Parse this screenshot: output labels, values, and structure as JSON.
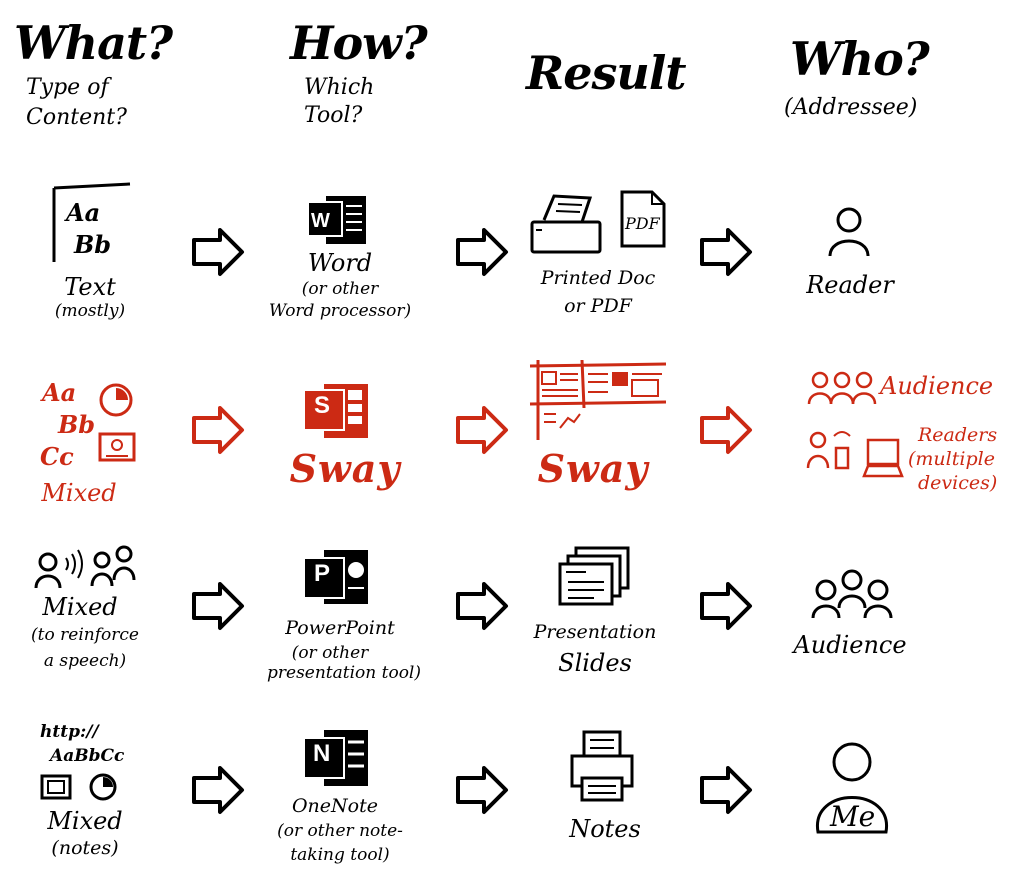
{
  "colors": {
    "ink": "#000000",
    "highlight": "#cc2a14",
    "background": "#ffffff"
  },
  "headers": {
    "what": {
      "title": "What?",
      "sub_line1": "Type of",
      "sub_line2": "Content?"
    },
    "how": {
      "title": "How?",
      "sub_line1": "Which",
      "sub_line2": "Tool?"
    },
    "result": {
      "title": "Result"
    },
    "who": {
      "title": "Who?",
      "sub": "(Addressee)"
    }
  },
  "rows": [
    {
      "content": {
        "icon_text_1": "Aa",
        "icon_text_2": "Bb",
        "label": "Text",
        "sub": "(mostly)"
      },
      "tool": {
        "icon": "word-icon",
        "icon_letter": "W",
        "label": "Word",
        "sub_line1": "(or other",
        "sub_line2": "Word processor)"
      },
      "result": {
        "icons": [
          "printer-icon",
          "pdf-icon"
        ],
        "pdf_text": "PDF",
        "label_line1": "Printed Doc",
        "label_line2": "or PDF"
      },
      "addressee": {
        "icon": "person-icon",
        "label": "Reader"
      }
    },
    {
      "highlighted": true,
      "content": {
        "line1": "Aa",
        "line2": "Bb",
        "line3": "Cc",
        "label": "Mixed",
        "icons": [
          "clock-icon",
          "image-icon"
        ]
      },
      "tool": {
        "icon": "sway-icon",
        "icon_letter": "S",
        "label": "Sway"
      },
      "result": {
        "icon": "sway-layout-icon",
        "label": "Sway"
      },
      "addressee": {
        "label1": "Audience",
        "label2_line1": "Readers",
        "label2_line2": "(multiple",
        "label2_line3": "devices)",
        "icons": [
          "group-icon",
          "phone-icon",
          "laptop-icon"
        ]
      }
    },
    {
      "content": {
        "icon": "speaker-audience-icon",
        "label": "Mixed",
        "sub_line1": "(to reinforce",
        "sub_line2": "a speech)"
      },
      "tool": {
        "icon": "powerpoint-icon",
        "icon_letter": "P",
        "label": "PowerPoint",
        "sub_line1": "(or other",
        "sub_line2": "presentation tool)"
      },
      "result": {
        "icon": "slides-icon",
        "label_line1": "Presentation",
        "label_line2": "Slides"
      },
      "addressee": {
        "icon": "group-icon",
        "label": "Audience"
      }
    },
    {
      "content": {
        "line1": "http://",
        "line2": "AaBbCc",
        "label": "Mixed",
        "sub": "(notes)",
        "icons": [
          "image-icon",
          "clock-icon"
        ]
      },
      "tool": {
        "icon": "onenote-icon",
        "icon_letter": "N",
        "label": "OneNote",
        "sub_line1": "(or other note-",
        "sub_line2": "taking tool)"
      },
      "result": {
        "icon": "notes-printer-icon",
        "label": "Notes"
      },
      "addressee": {
        "icon": "me-icon",
        "label": "Me"
      }
    }
  ]
}
